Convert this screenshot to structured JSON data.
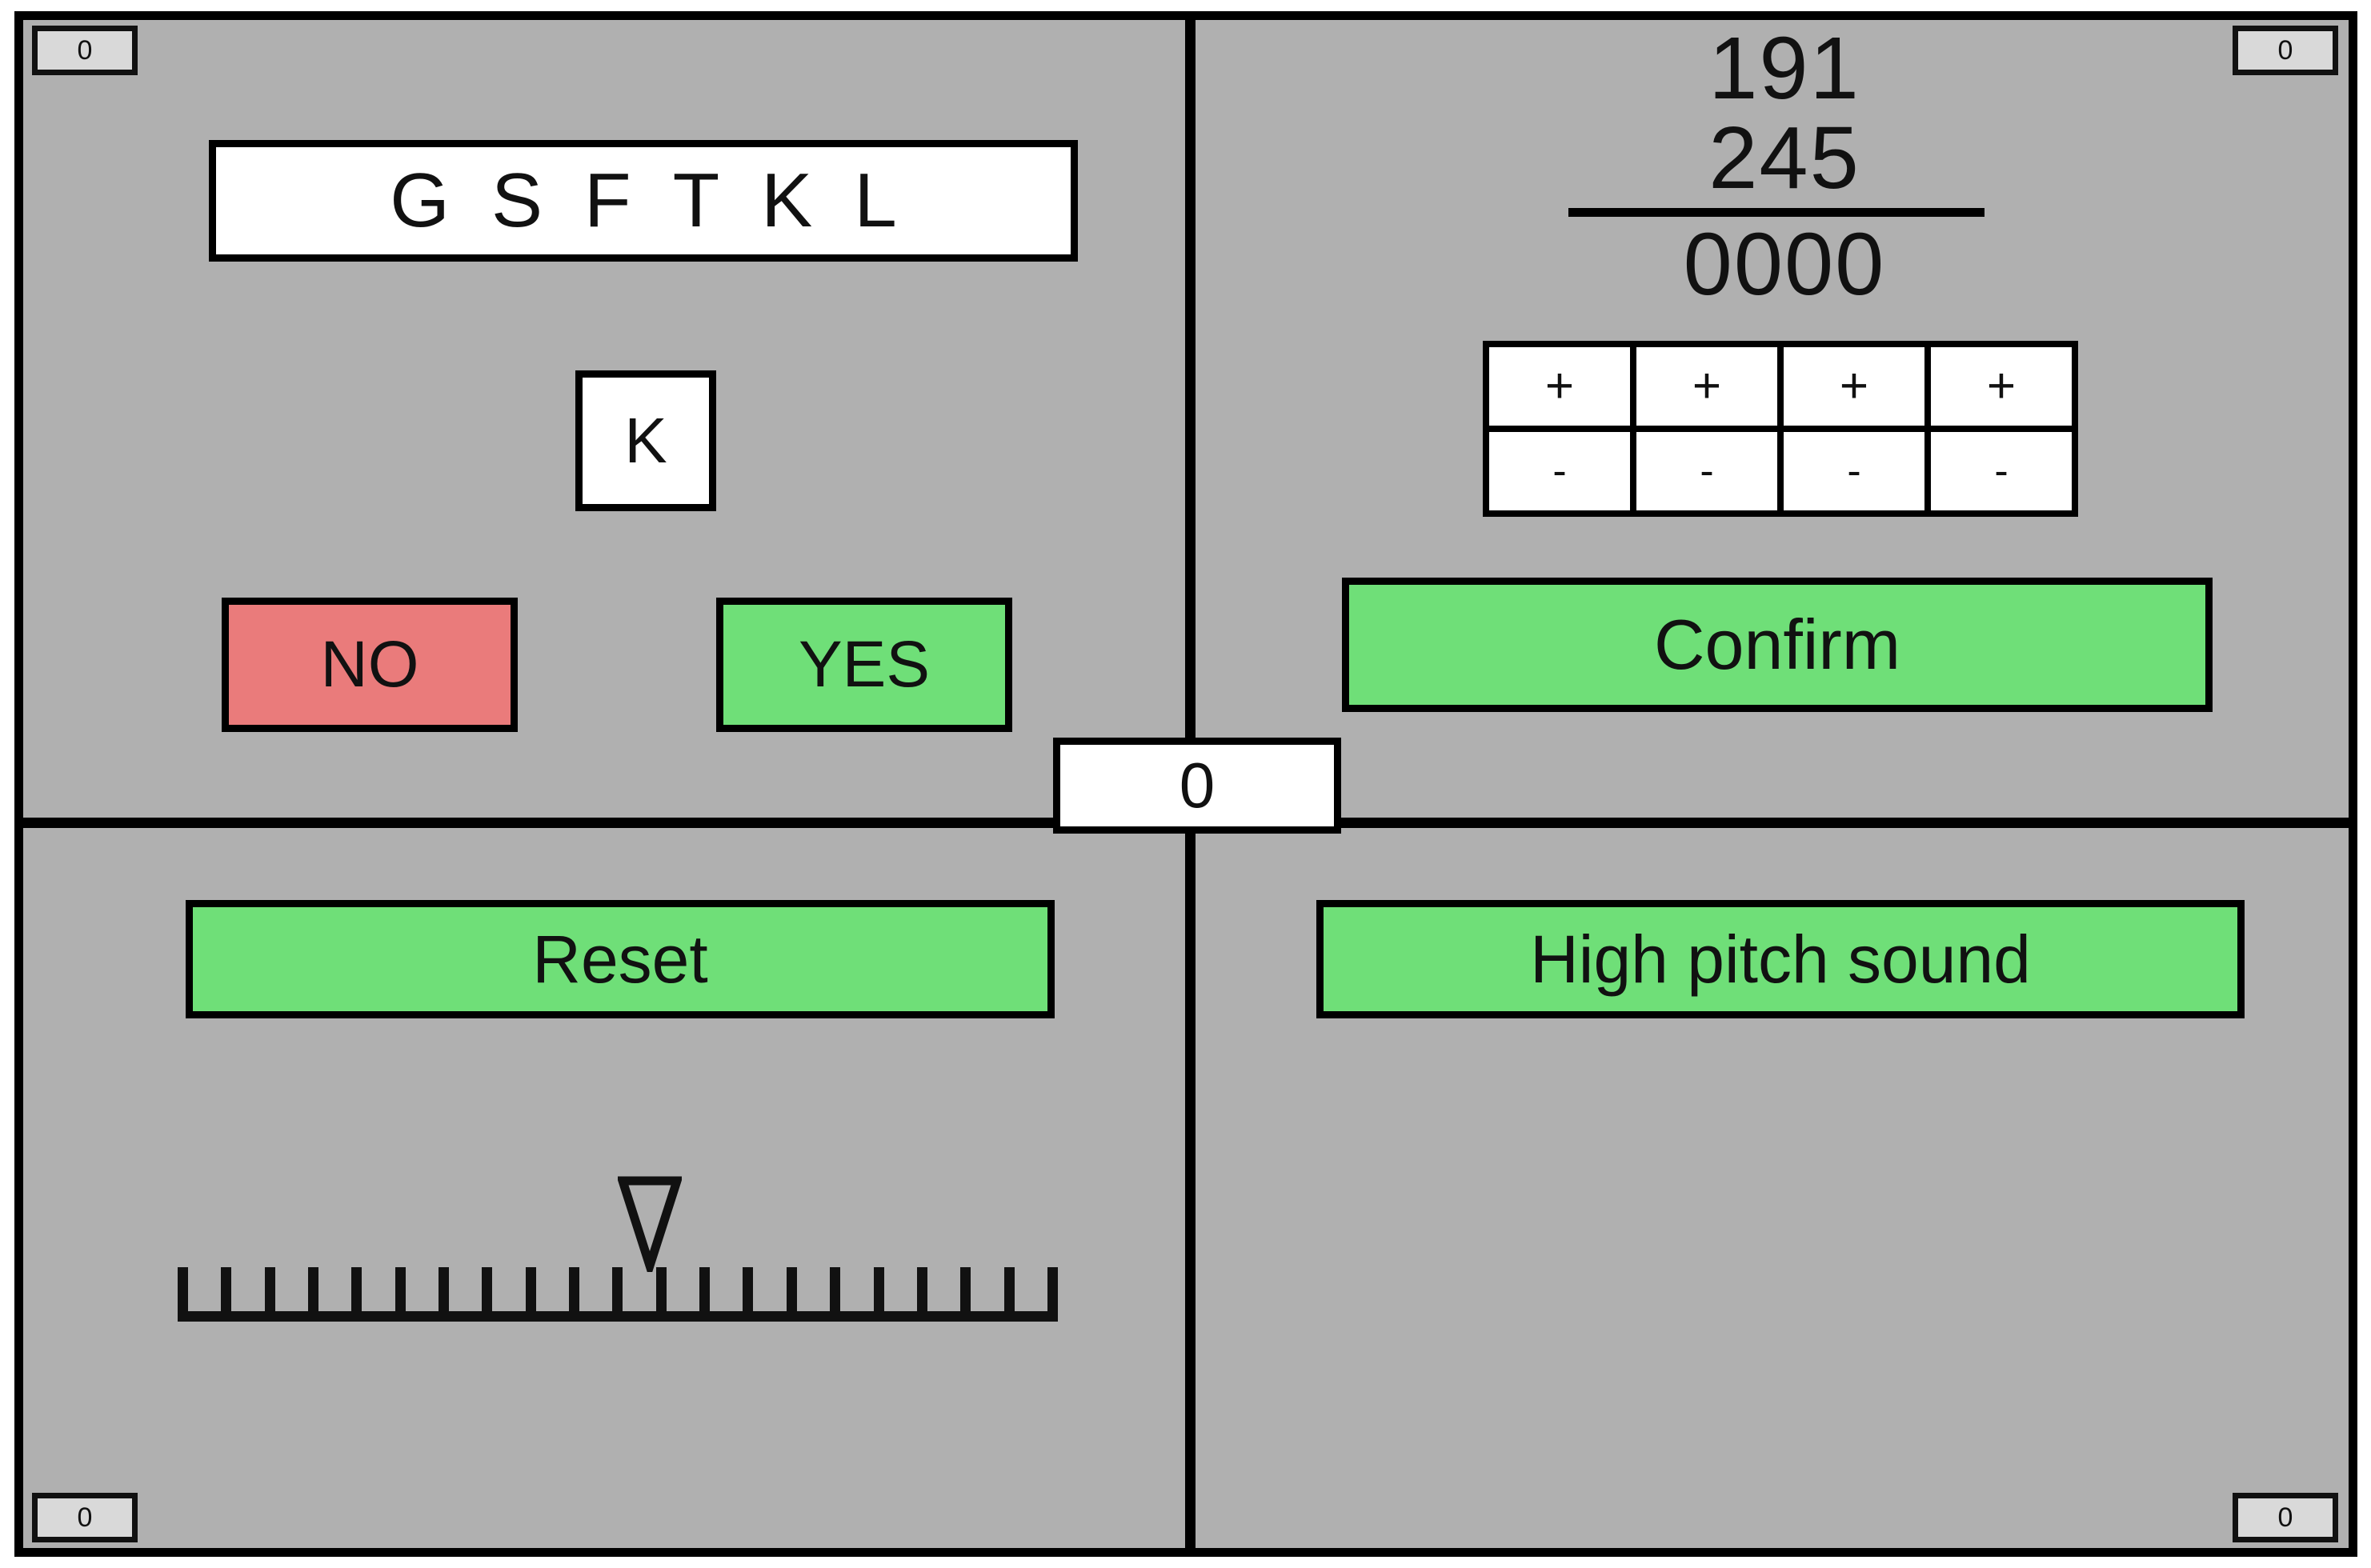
{
  "counters": {
    "top_left": "0",
    "top_right": "0",
    "bottom_left": "0",
    "bottom_right": "0"
  },
  "letter_panel": {
    "sequence": [
      "G",
      "S",
      "F",
      "T",
      "K",
      "L"
    ],
    "current_letter": "K",
    "no_label": "NO",
    "yes_label": "YES",
    "no_color": "#ea7b7b",
    "yes_color": "#6fdf78"
  },
  "equation_panel": {
    "operand_top": "191",
    "operand_bottom": "245",
    "result": "0000",
    "keypad": {
      "plus_row": [
        "+",
        "+",
        "+",
        "+"
      ],
      "minus_row": [
        "-",
        "-",
        "-",
        "-"
      ]
    },
    "confirm_label": "Confirm",
    "confirm_color": "#6fdf78"
  },
  "center": {
    "total": "0"
  },
  "controls_panel": {
    "reset_label": "Reset",
    "reset_color": "#6fdf78",
    "sound_label": "High pitch sound",
    "sound_color": "#6fdf78",
    "slider": {
      "tick_count": 21,
      "pointer_position_percent": 50
    }
  },
  "theme": {
    "background": "#b0b0b0",
    "border": "#000000",
    "counter_background": "#d9d9d9",
    "field_background": "#ffffff"
  }
}
